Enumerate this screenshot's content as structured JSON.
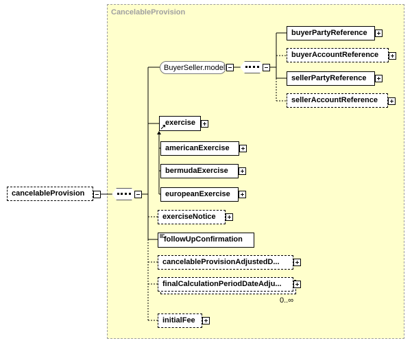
{
  "title": "CancelableProvision",
  "root": {
    "label": "cancelableProvision"
  },
  "group": {
    "label": "BuyerSeller.model"
  },
  "buyer_seller": [
    {
      "label": "buyerPartyReference"
    },
    {
      "label": "buyerAccountReference"
    },
    {
      "label": "sellerPartyReference"
    },
    {
      "label": "sellerAccountReference"
    }
  ],
  "exercise": {
    "label": "exercise"
  },
  "substitutions": [
    {
      "label": "americanExercise"
    },
    {
      "label": "bermudaExercise"
    },
    {
      "label": "europeanExercise"
    }
  ],
  "children": [
    {
      "label": "exerciseNotice"
    },
    {
      "label": "followUpConfirmation"
    },
    {
      "label": "cancelableProvisionAdjustedD..."
    },
    {
      "label": "finalCalculationPeriodDateAdju..."
    },
    {
      "label": "initialFee"
    }
  ],
  "cardinality": "0..∞"
}
